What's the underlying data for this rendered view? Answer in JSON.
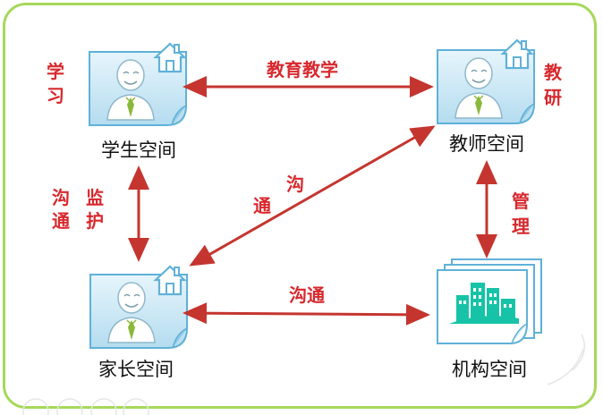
{
  "nodes": {
    "student": {
      "label": "学生空间"
    },
    "teacher": {
      "label": "教师空间"
    },
    "parent": {
      "label": "家长空间"
    },
    "org": {
      "label": "机构空间"
    }
  },
  "edges": {
    "teaching": {
      "label": "教育教学"
    },
    "comm_diag_1": {
      "label": "沟"
    },
    "comm_diag_2": {
      "label": "通"
    },
    "comm_bottom": {
      "label": "沟通"
    },
    "monitor_col1_1": {
      "label": "沟"
    },
    "monitor_col1_2": {
      "label": "通"
    },
    "monitor_col2_1": {
      "label": "监"
    },
    "monitor_col2_2": {
      "label": "护"
    },
    "manage_1": {
      "label": "管"
    },
    "manage_2": {
      "label": "理"
    }
  },
  "side_labels": {
    "study_1": "学",
    "study_2": "习",
    "research_1": "教",
    "research_2": "研"
  },
  "colors": {
    "frame": "#a6d85a",
    "arrow": "#c5352f",
    "label_red": "#d8282d",
    "card_blue": "#bfe2f4",
    "card_border": "#5fb1d8",
    "building": "#17c3a6"
  },
  "icons": {
    "person_card": "user-card-icon",
    "house": "house-icon",
    "building": "building-icon"
  }
}
